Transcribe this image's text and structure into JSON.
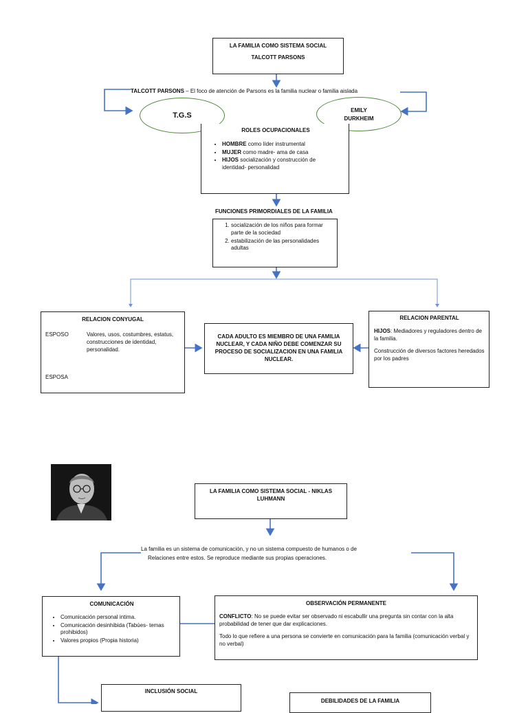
{
  "parsons": {
    "title_line1": "LA  FAMILIA COMO SISTEMA SOCIAL",
    "title_line2": "TALCOTT  PARSONS",
    "focus_name": "TALCOTT PARSONS",
    "focus_text": " – El foco de atención de Parsons es la familia nuclear o familia aislada",
    "tgs": "T.G.S",
    "emily_line1": "EMILY",
    "emily_line2": "DURKHEIM",
    "roles_title": "ROLES OCUPACIONALES",
    "roles": [
      {
        "head": "HOMBRE",
        "text": " como líder instrumental"
      },
      {
        "head": "MUJER",
        "text": " como madre- ama de casa"
      },
      {
        "head": "HIJOS",
        "text": " socialización y construcción de identidad- personalidad"
      }
    ],
    "funciones_title": "FUNCIONES PRIMORDIALES DE LA FAMILIA",
    "funciones": [
      "socialización de los niños para formar parte de la sociedad",
      "estabilización de las personalidades adultas"
    ],
    "conyugal_title": "RELACION CONYUGAL",
    "esposo": "ESPOSO",
    "esposa": "ESPOSA",
    "conyugal_text": "Valores, usos, costumbres, estatus, construcciones de identidad, personalidad.",
    "central_text": "CADA ADULTO ES MIEMBRO DE UNA FAMILIA NUCLEAR, Y CADA NIÑO DEBE COMENZAR SU PROCESO DE SOCIALIZACION EN UNA FAMILIA NUCLEAR.",
    "parental_title": "RELACION PARENTAL",
    "hijos_head": "HIJOS",
    "hijos_text": ": Mediadores y reguladores dentro de la familia.",
    "factores_text": "Construcción de diversos  factores heredados por los padres"
  },
  "luhmann": {
    "title": "LA FAMILIA COMO SISTEMA SOCIAL - NIKLAS LUHMANN",
    "intro_line1": "La familia es un sistema de comunicación, y no un sistema compuesto de humanos o de",
    "intro_line2": "Relaciones entre estos. Se reproduce mediante sus propias operaciones.",
    "comunicacion_title": "COMUNICACIÓN",
    "comunicacion_items": [
      "Comunicación personal intima.",
      "Comunicación desinhibida (Tabúes- temas prohibidos)",
      "Valores propios (Propia historia)"
    ],
    "observacion_title": "OBSERVACIÓN PERMANENTE",
    "conflicto_head": "CONFLICTO",
    "conflicto_text": ": No se puede evitar ser observado ni escabullir una pregunta sin contar con la alta probabilidad de tener que dar explicaciones.",
    "todo_text": "Todo lo que refiere a una persona se convierte en comunicación para la familia (comunicación verbal y no verbal)",
    "inclusion_title": "INCLUSIÓN SOCIAL",
    "debilidades_title": "DEBILIDADES DE LA FAMILIA"
  },
  "colors": {
    "arrow": "#4472c4",
    "ellipse": "#4f8a3a",
    "border": "#222222"
  }
}
